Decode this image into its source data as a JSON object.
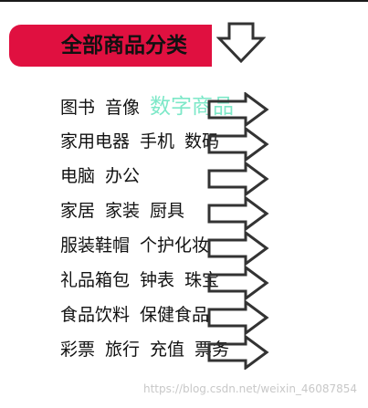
{
  "header": {
    "title": "全部商品分类"
  },
  "menu": {
    "rows": [
      {
        "items": [
          "图书",
          "音像",
          "数字商品"
        ]
      },
      {
        "items": [
          "家用电器",
          "手机",
          "数码"
        ]
      },
      {
        "items": [
          "电脑",
          "办公"
        ]
      },
      {
        "items": [
          "家居",
          "家装",
          "厨具"
        ]
      },
      {
        "items": [
          "服装鞋帽",
          "个护化妆"
        ]
      },
      {
        "items": [
          "礼品箱包",
          "钟表",
          "珠宝"
        ]
      },
      {
        "items": [
          "食品饮料",
          "保健食品"
        ]
      },
      {
        "items": [
          "彩票",
          "旅行",
          "充值",
          "票务"
        ]
      }
    ],
    "highlighted": {
      "row": 0,
      "item": 2
    }
  },
  "watermark": "https://blog.csdn.net/weixin_46087854",
  "colors": {
    "header_bg": "#e01040",
    "highlight_text": "#7de8c8",
    "text": "#111111"
  },
  "icons": {
    "header": "chevron-down-icon",
    "row": "arrow-right-icon"
  }
}
